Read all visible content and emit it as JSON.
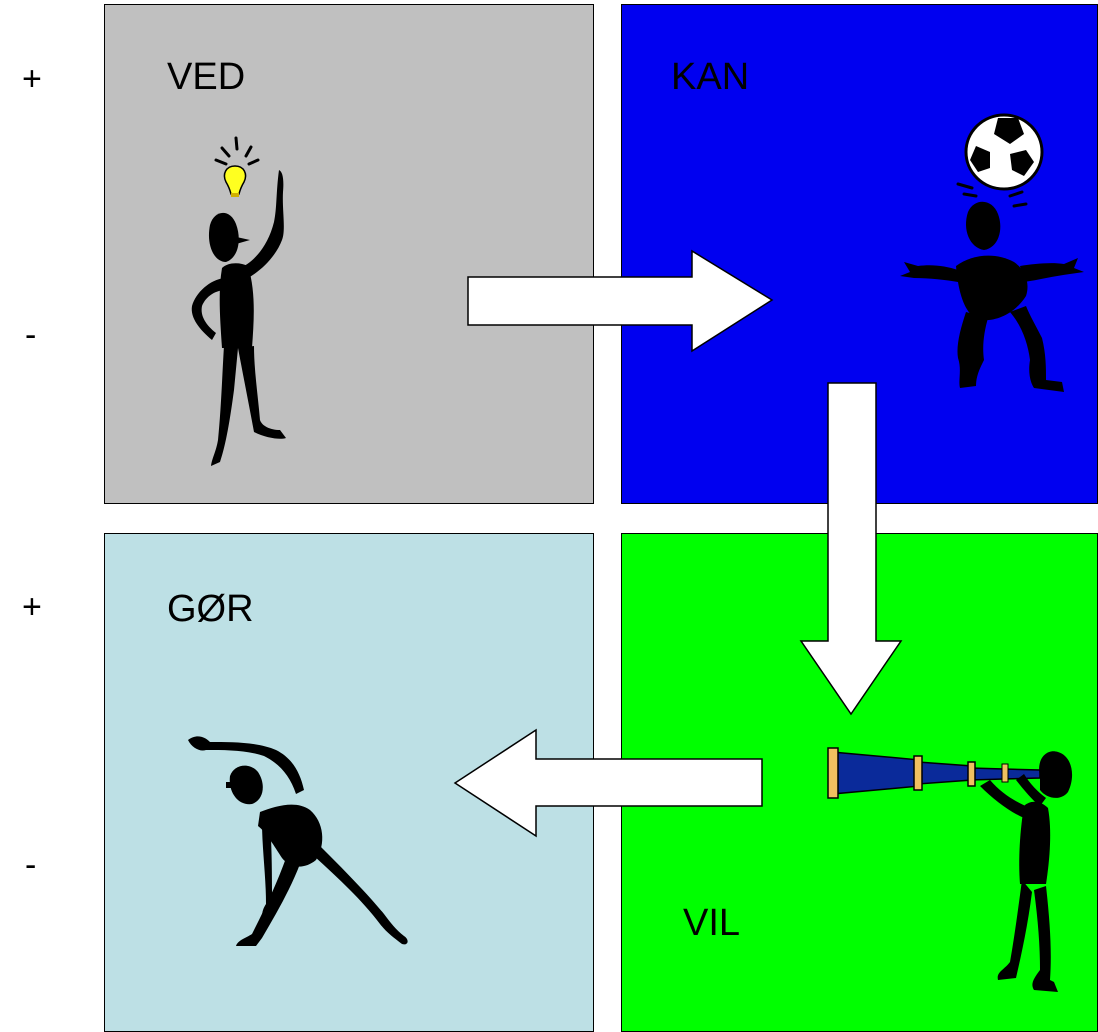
{
  "quadrants": {
    "ved": {
      "label": "VED",
      "color": "#c0c0c0",
      "icon": "person-idea-icon"
    },
    "kan": {
      "label": "KAN",
      "color": "#0000f0",
      "icon": "person-juggling-ball-icon"
    },
    "gor": {
      "label": "GØR",
      "color": "#bde0e5",
      "icon": "person-stretching-icon"
    },
    "vil": {
      "label": "VIL",
      "color": "#00ff00",
      "icon": "person-telescope-icon"
    }
  },
  "signs": {
    "top_plus": "+",
    "top_minus": "-",
    "bottom_plus": "+",
    "bottom_minus": "-"
  },
  "arrows": [
    {
      "from": "VED",
      "to": "KAN",
      "direction": "right"
    },
    {
      "from": "KAN",
      "to": "VIL",
      "direction": "down"
    },
    {
      "from": "VIL",
      "to": "GØR",
      "direction": "left"
    }
  ]
}
